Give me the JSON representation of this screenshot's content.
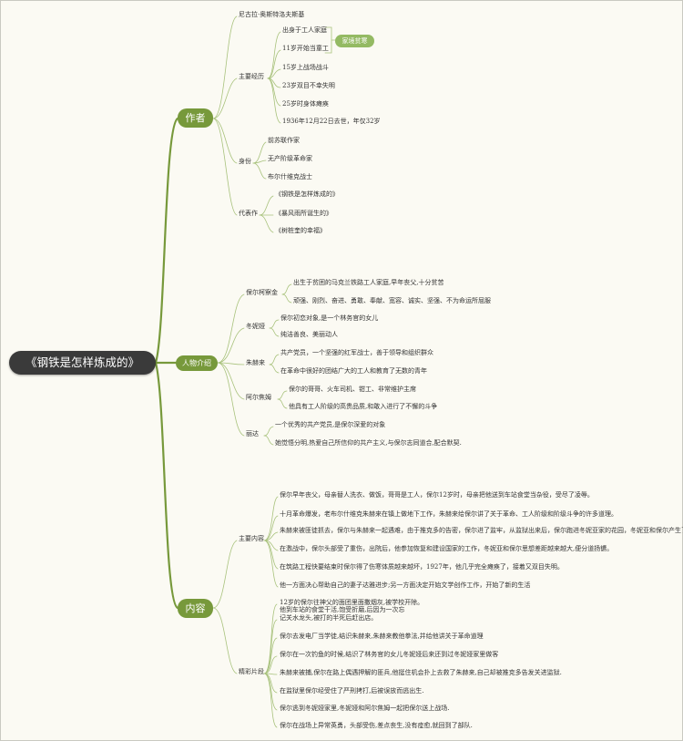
{
  "root": "《钢铁是怎样炼成的》",
  "author": {
    "label": "作者",
    "name": "尼古拉·奥斯特洛夫斯基",
    "experience": {
      "label": "主要经历",
      "items": [
        "出身于工人家庭",
        "11岁开始当童工",
        "15岁上战场战斗",
        "23岁双目不幸失明",
        "25岁时身体瘫痪",
        "1936年12月22日去世，年仅32岁"
      ],
      "tag": "家境贫寒"
    },
    "identity": {
      "label": "身份",
      "items": [
        "前苏联作家",
        "无产阶级革命家",
        "布尔什维克战士"
      ]
    },
    "works": {
      "label": "代表作",
      "items": [
        "《钢铁是怎样炼成的》",
        "《暴风雨所诞生的》",
        "《树桩奎的幸福》"
      ]
    }
  },
  "characters": {
    "label": "人物介绍",
    "pavel": {
      "label": "保尔柯察金",
      "items": [
        "出生于贫困的马克兰铁路工人家庭,早年丧父,十分贫苦",
        "顽强、刚烈、奋进、勇敢、奉献、宽容、诚实、坚强、不为命运所屈服"
      ]
    },
    "tonya": {
      "label": "冬妮娅",
      "items": [
        "保尔初恋对象,是一个林务官的女儿",
        "纯洁善良、美丽动人"
      ]
    },
    "zhukhrai": {
      "label": "朱赫来",
      "items": [
        "共产党员，一个坚强的红军战士，善于领导和组织群众",
        "在革命中很好的团结广大的工人和教育了无数的青年"
      ]
    },
    "artyom": {
      "label": "阿尔焦姆",
      "items": [
        "保尔的哥哥、火车司机、钳工、非常维护主席",
        "他具有工人阶级的高贵品质,和敢入进行了不懈的斗争"
      ]
    },
    "rita": {
      "label": "丽达",
      "items": [
        "一个优秀的共产党员,是保尔深爱的对象",
        "她觉悟分明,热爱自己所信仰的共产主义,与保尔志同道合,配合默契."
      ]
    }
  },
  "content": {
    "label": "内容",
    "main": {
      "label": "主要内容",
      "items": [
        "保尔早年丧父，母亲替人洗衣、做饭，哥哥是工人，保尔12岁时，母亲把他送到车站食堂当杂役，受尽了凌辱。",
        "十月革命爆发，老布尔什维克朱赫来在镇上做地下工作，朱赫来给保尔讲了关于革命、工人阶级和阶级斗争的许多道理。",
        "朱赫来被匪徒抓去，保尔与朱赫来一起遇难，由于推克多的告密，保尔进了监牢，从监狱出来后，保尔跑进冬妮亚家的花园，冬妮亚和保尔产生了爱情。",
        "在激战中，保尔头部受了重伤，出院后，他参加恢复和建设国家的工作，冬妮亚和保尔思想差距越来越大,便分道扬镳。",
        "在筑路工程快要结束时保尔得了伤寒体质越来越坏，1927年，他几乎完全瘫痪了，接着又双目失明。",
        "他一方面决心帮助自己的妻子达雅进步;另一方面决定开始文学创作工作，开始了新的生活"
      ]
    },
    "highlights": {
      "label": "精彩片段",
      "items": [
        "12岁的保尔往神父的面团里面撒烟灰,被学校开除。",
        "他到车站的食堂干活,饱受折磨,后因为一次忘记关水龙头,被打的半死后赶出店。",
        "保尔去发电厂当学徒,结识朱赫来,朱赫来教他拳法,并给他讲关于革命道理",
        "保尔在一次钓鱼的时候,结识了林务官的女儿冬妮娅后来还到过冬妮娅家里做客",
        "朱赫来被捕,保尔在路上偶遇押解的匪兵,他挺住机会扑上去救了朱赫来,自己却被推克多告发关进监狱.",
        "在监狱里保尔经受住了严刑拷打,后被误放而逃出生.",
        "保尔逃到冬妮娅家里,冬妮娅和阿尔焦姆一起把保尔送上战场.",
        "保尔在战场上异常英勇，头部受伤,差点丧生,没有痊愈,就回到了部队."
      ]
    }
  }
}
